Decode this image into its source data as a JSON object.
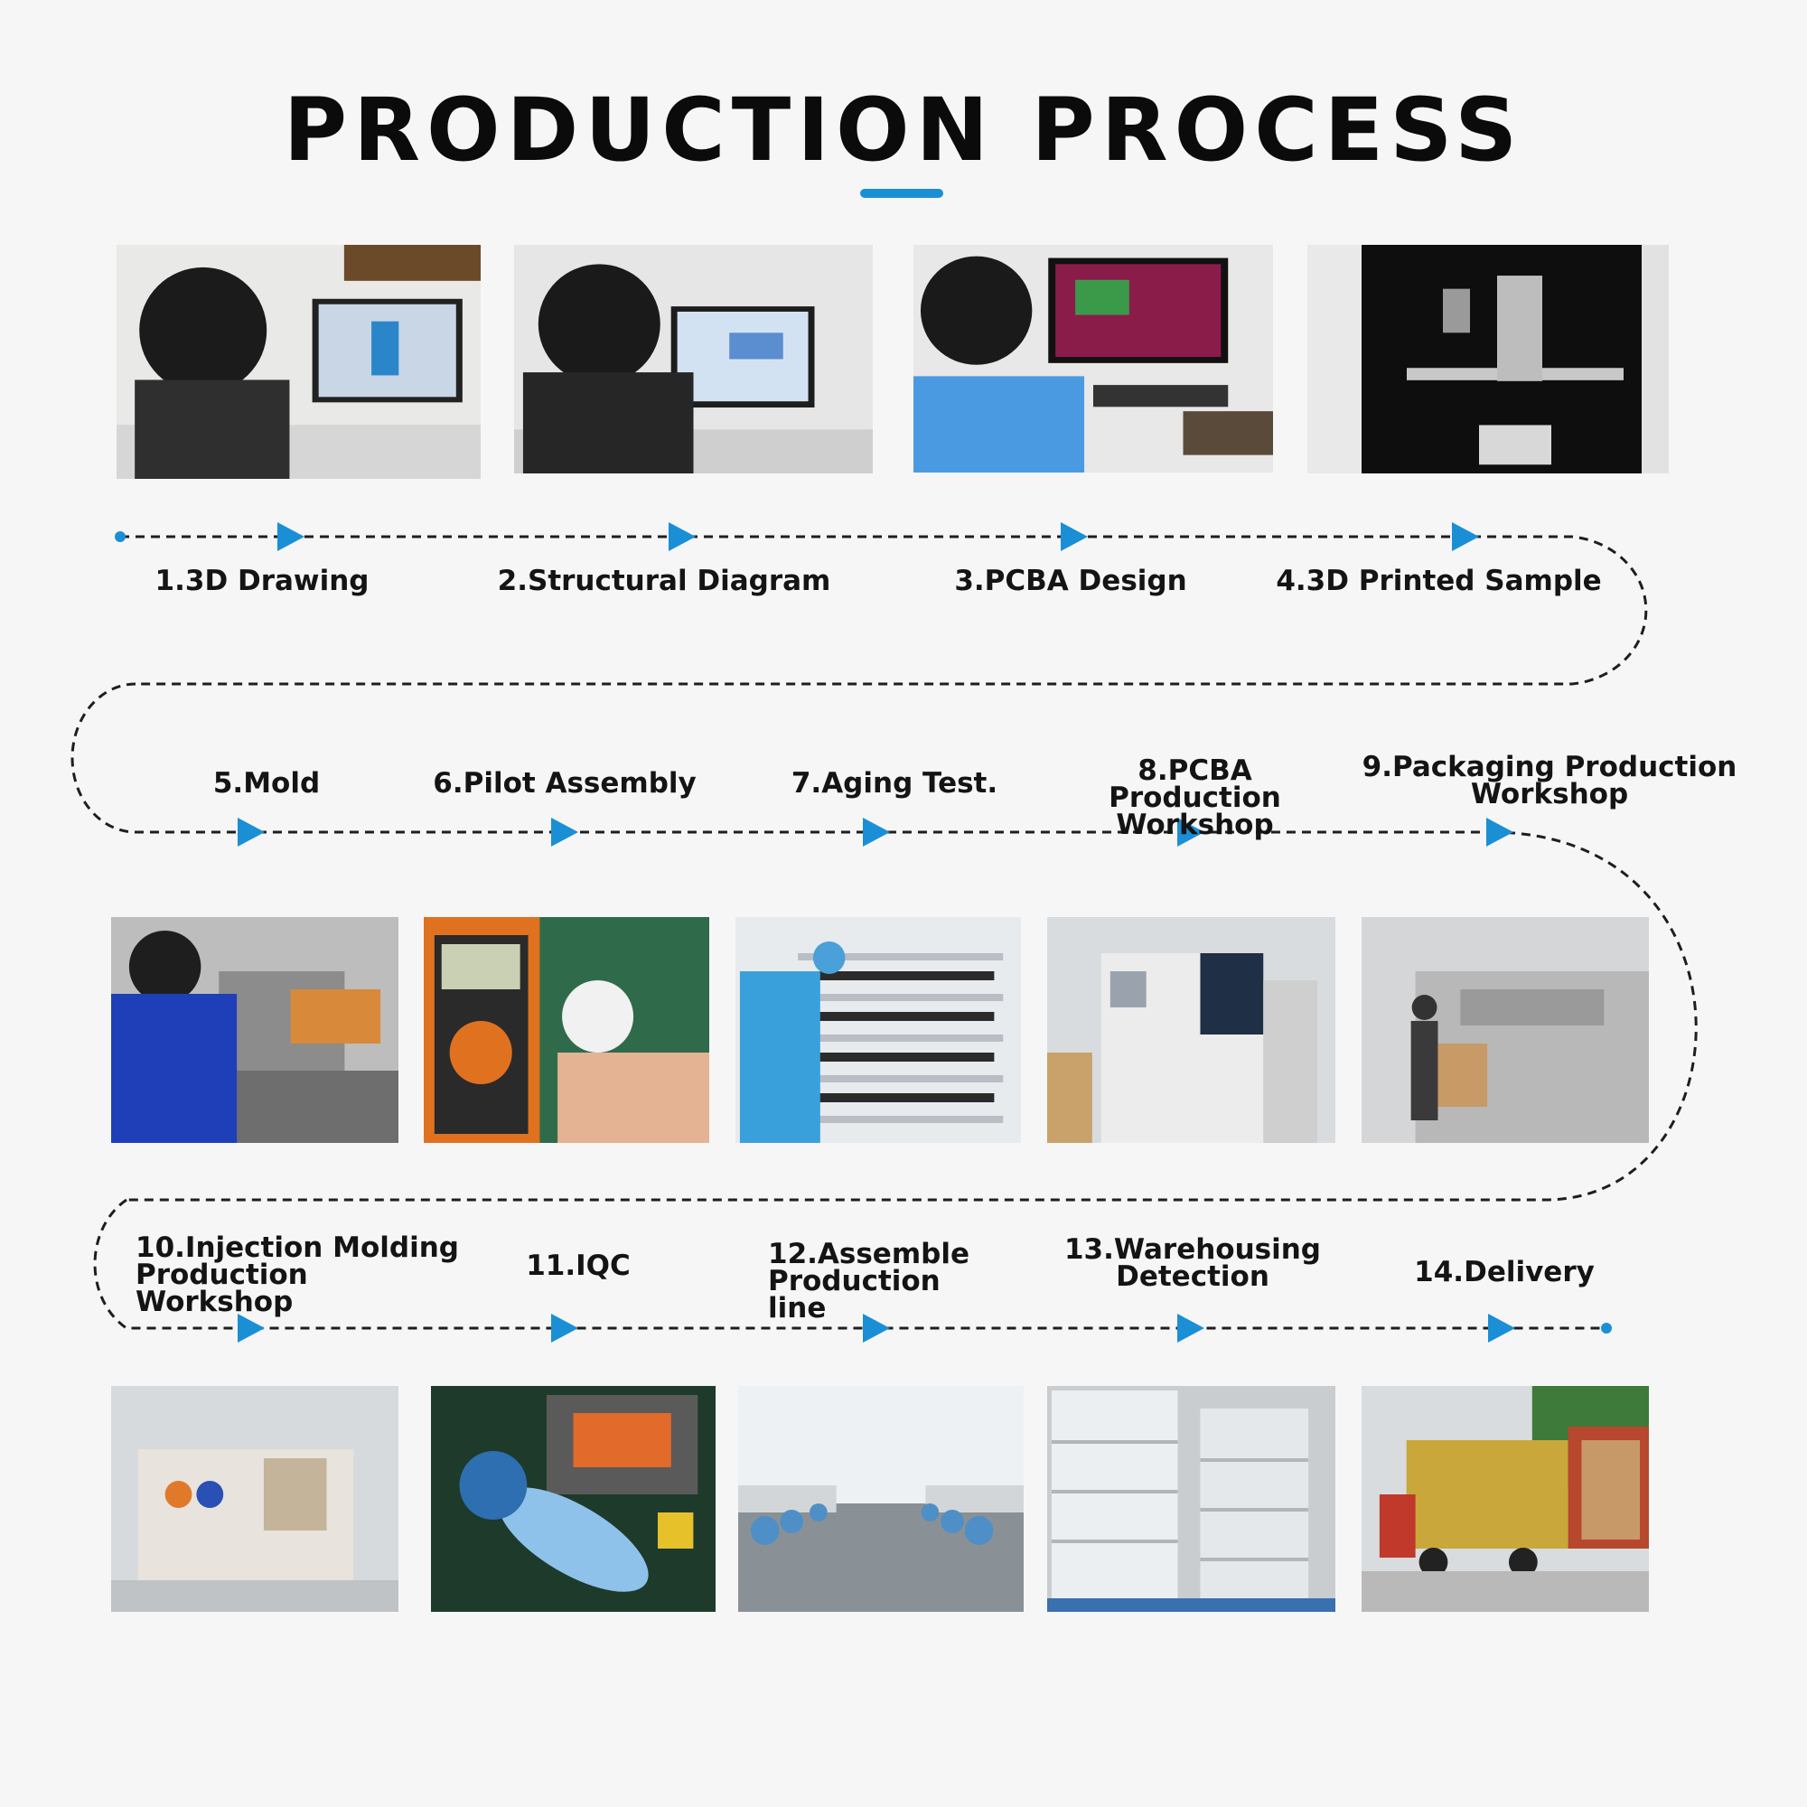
{
  "page": {
    "title": "PRODUCTION PROCESS",
    "accent_color": "#1a8fd6"
  },
  "steps": [
    {
      "label": "1.3D Drawing",
      "photo": "engineer at computer with 3D model"
    },
    {
      "label": "2.Structural Diagram",
      "photo": "engineer viewing structural CAD"
    },
    {
      "label": "3.PCBA Design",
      "photo": "engineer designing circuit board"
    },
    {
      "label": "4.3D Printed Sample",
      "photo": "3D printer machine"
    },
    {
      "label": "5.Mold",
      "photo": "worker at mold"
    },
    {
      "label": "6.Pilot Assembly",
      "photo": "multimeter testing device"
    },
    {
      "label": "7.Aging Test.",
      "photo": "worker at aging test racks"
    },
    {
      "label": "8.PCBA Production Workshop",
      "photo": "PCBA production machine"
    },
    {
      "label": "9.Packaging Production Workshop",
      "photo": "packaging printing machine"
    },
    {
      "label": "10.Injection Molding Production Workshop",
      "photo": "injection molding machine"
    },
    {
      "label": "11.IQC",
      "photo": "incoming quality check of handheld device"
    },
    {
      "label": "12.Assemble Production line",
      "photo": "assembly line workers"
    },
    {
      "label": "13.Warehousing Detection",
      "photo": "stacked boxes in warehouse"
    },
    {
      "label": "14.Delivery",
      "photo": "container truck loading"
    }
  ]
}
